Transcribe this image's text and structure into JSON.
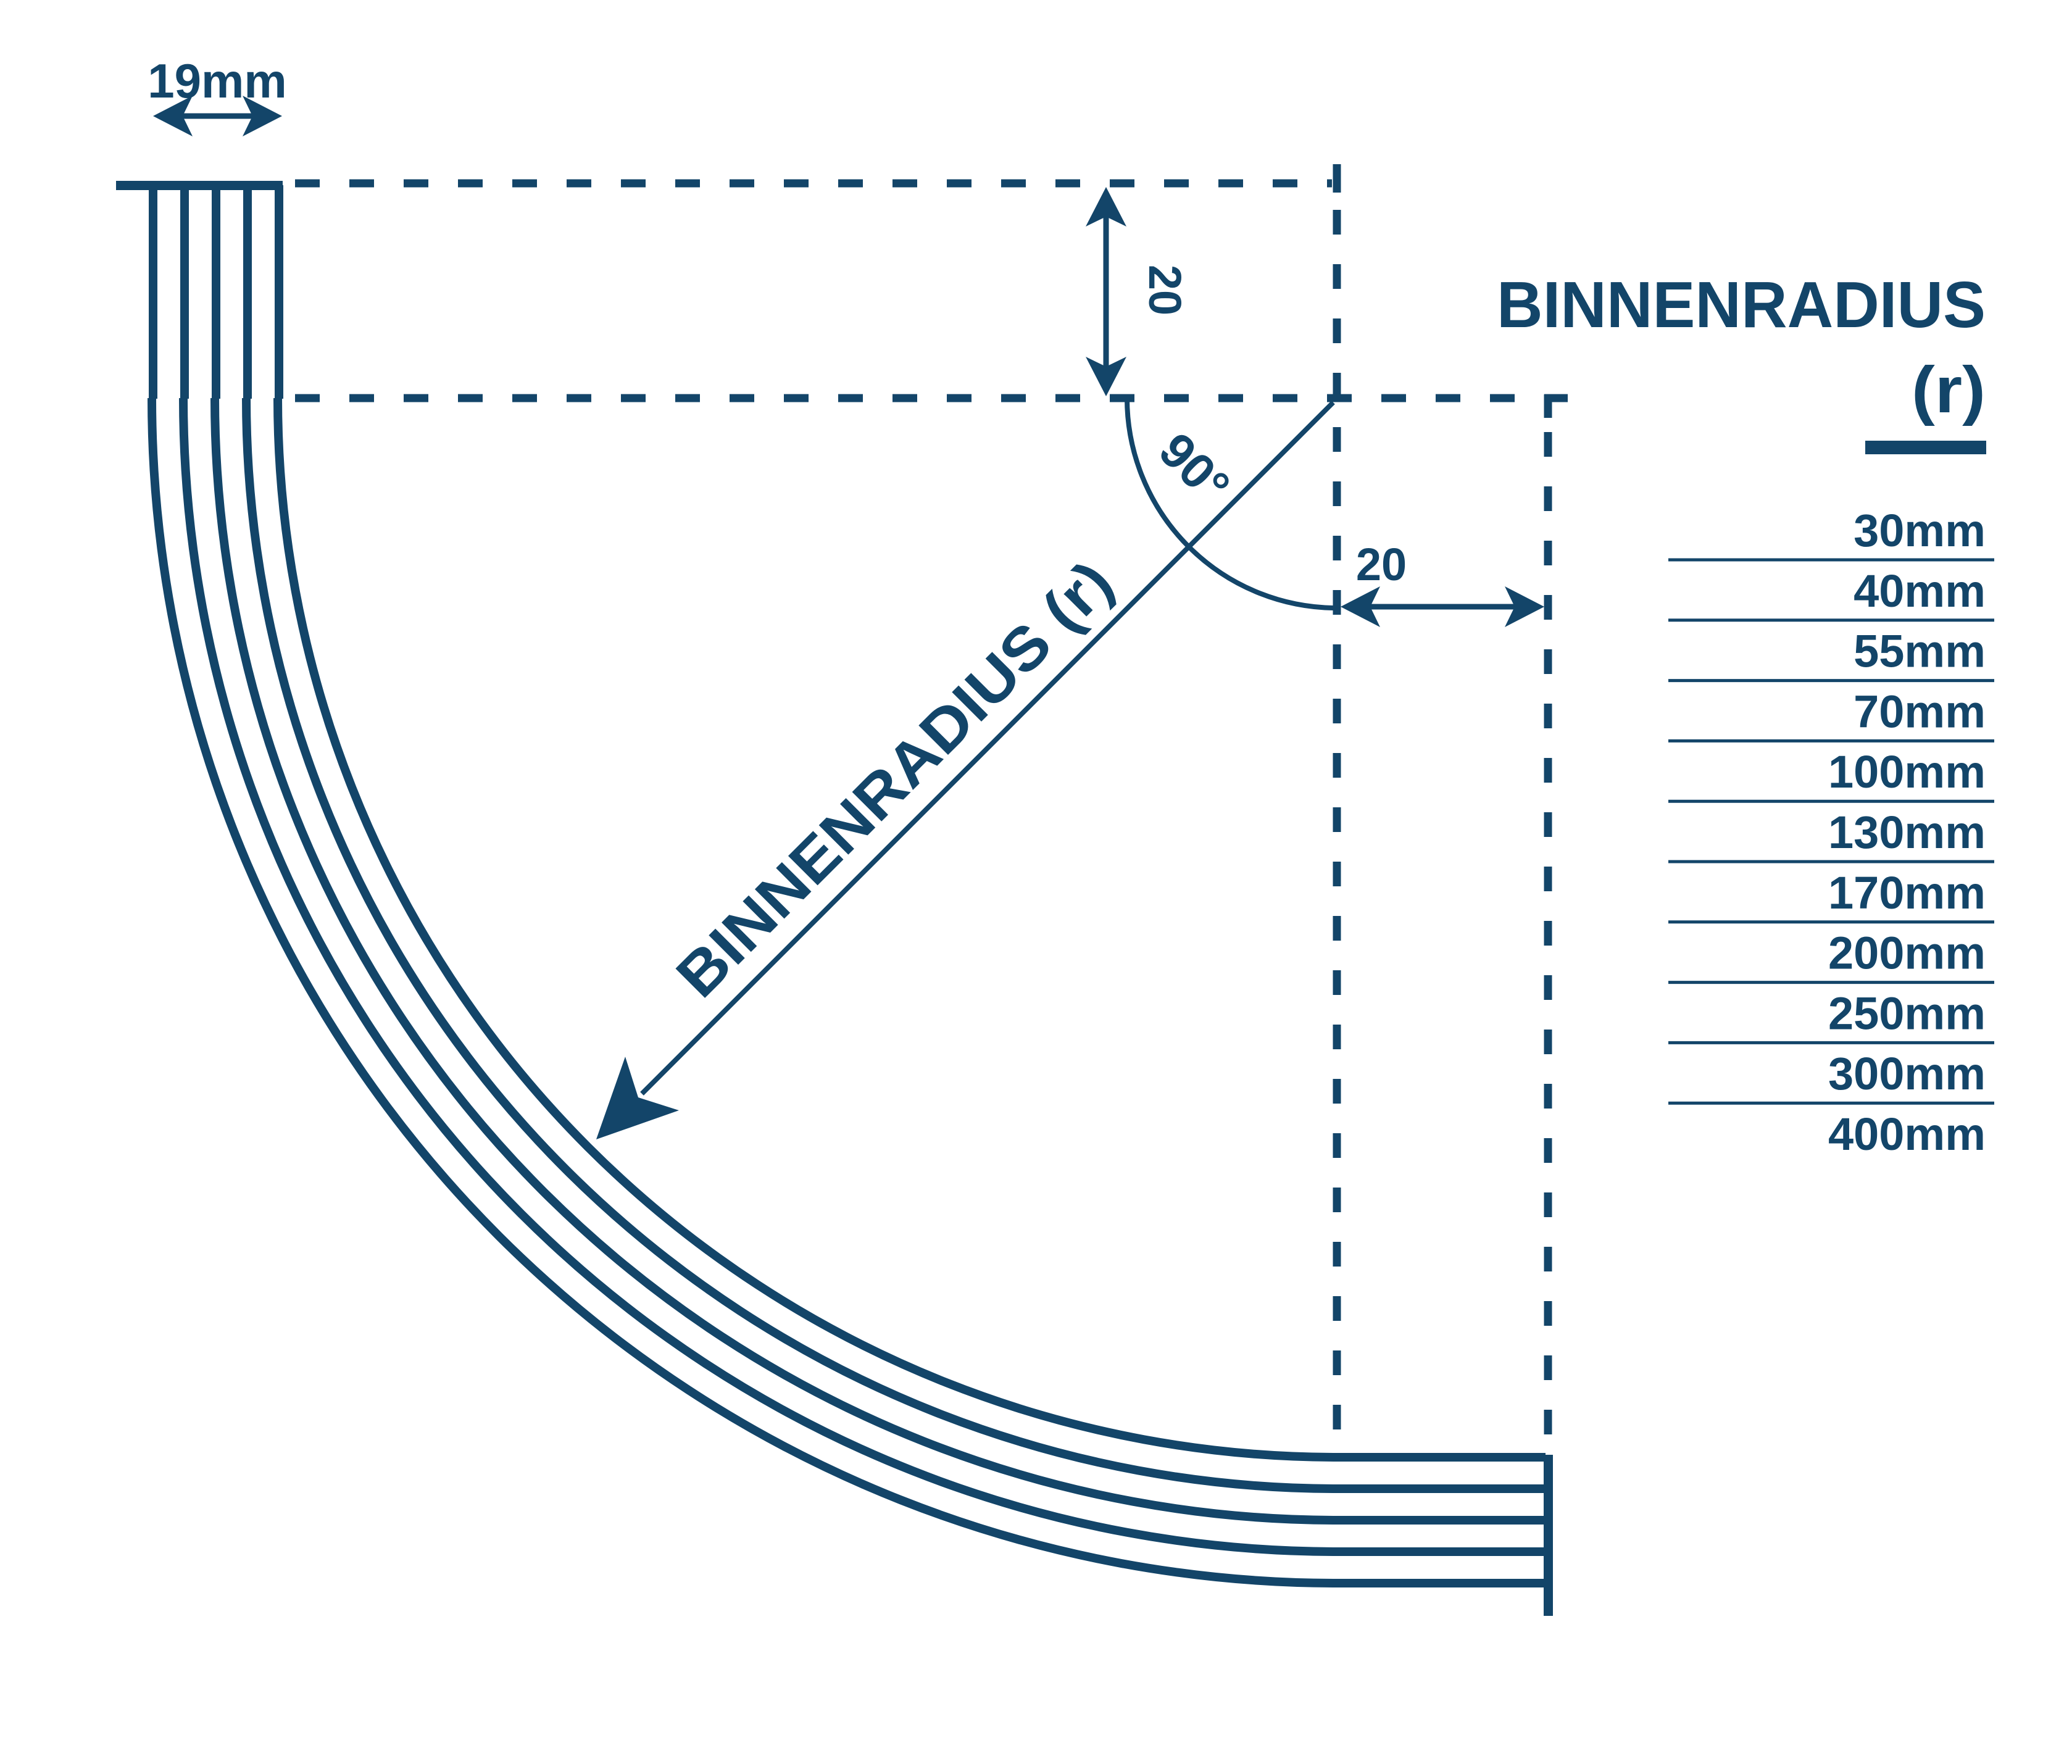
{
  "colors": {
    "ink": "#134569",
    "background": "#ffffff"
  },
  "diagram": {
    "track_width_label": "19mm",
    "straight_top_label": "20",
    "straight_right_label": "20",
    "angle_label": "90°",
    "radius_line_label": "BINNENRADIUS (r)"
  },
  "legend": {
    "title": "BINNENRADIUS",
    "unit_symbol": "(r)",
    "items": [
      "30mm",
      "40mm",
      "55mm",
      "70mm",
      "100mm",
      "130mm",
      "170mm",
      "200mm",
      "250mm",
      "300mm",
      "400mm"
    ]
  }
}
